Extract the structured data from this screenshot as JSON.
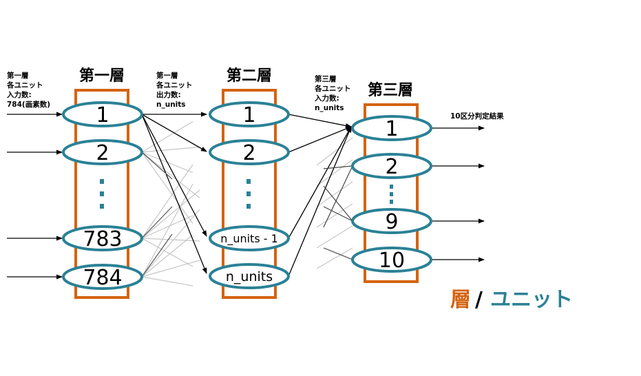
{
  "colors": {
    "layer_border": "#d4630f",
    "unit_border": "#2b8196",
    "ellipsis_dots": "#2b8196",
    "arrow": "#000000",
    "faint_line": "#b8b8b8"
  },
  "layers": [
    {
      "title": "第一層",
      "units": [
        "1",
        "2",
        "783",
        "784"
      ],
      "ellipsis": "⋮"
    },
    {
      "title": "第二層",
      "units": [
        "1",
        "2",
        "n_units - 1",
        "n_units"
      ],
      "ellipsis": "⋮"
    },
    {
      "title": "第三層",
      "units": [
        "1",
        "2",
        "9",
        "10"
      ],
      "ellipsis": "⋮"
    }
  ],
  "annotations": {
    "input": [
      "第一層",
      "各ユニット",
      "入力数:",
      "784(画素数)"
    ],
    "layer1_output": [
      "第一層",
      "各ユニット",
      "出力数:",
      "n_units"
    ],
    "layer3_input": [
      "第三層",
      "各ユニット",
      "入力数:",
      "n_units"
    ],
    "output": "10区分判定結果"
  },
  "legend": {
    "layer": "層",
    "separator": "/",
    "unit": "ユニット"
  }
}
